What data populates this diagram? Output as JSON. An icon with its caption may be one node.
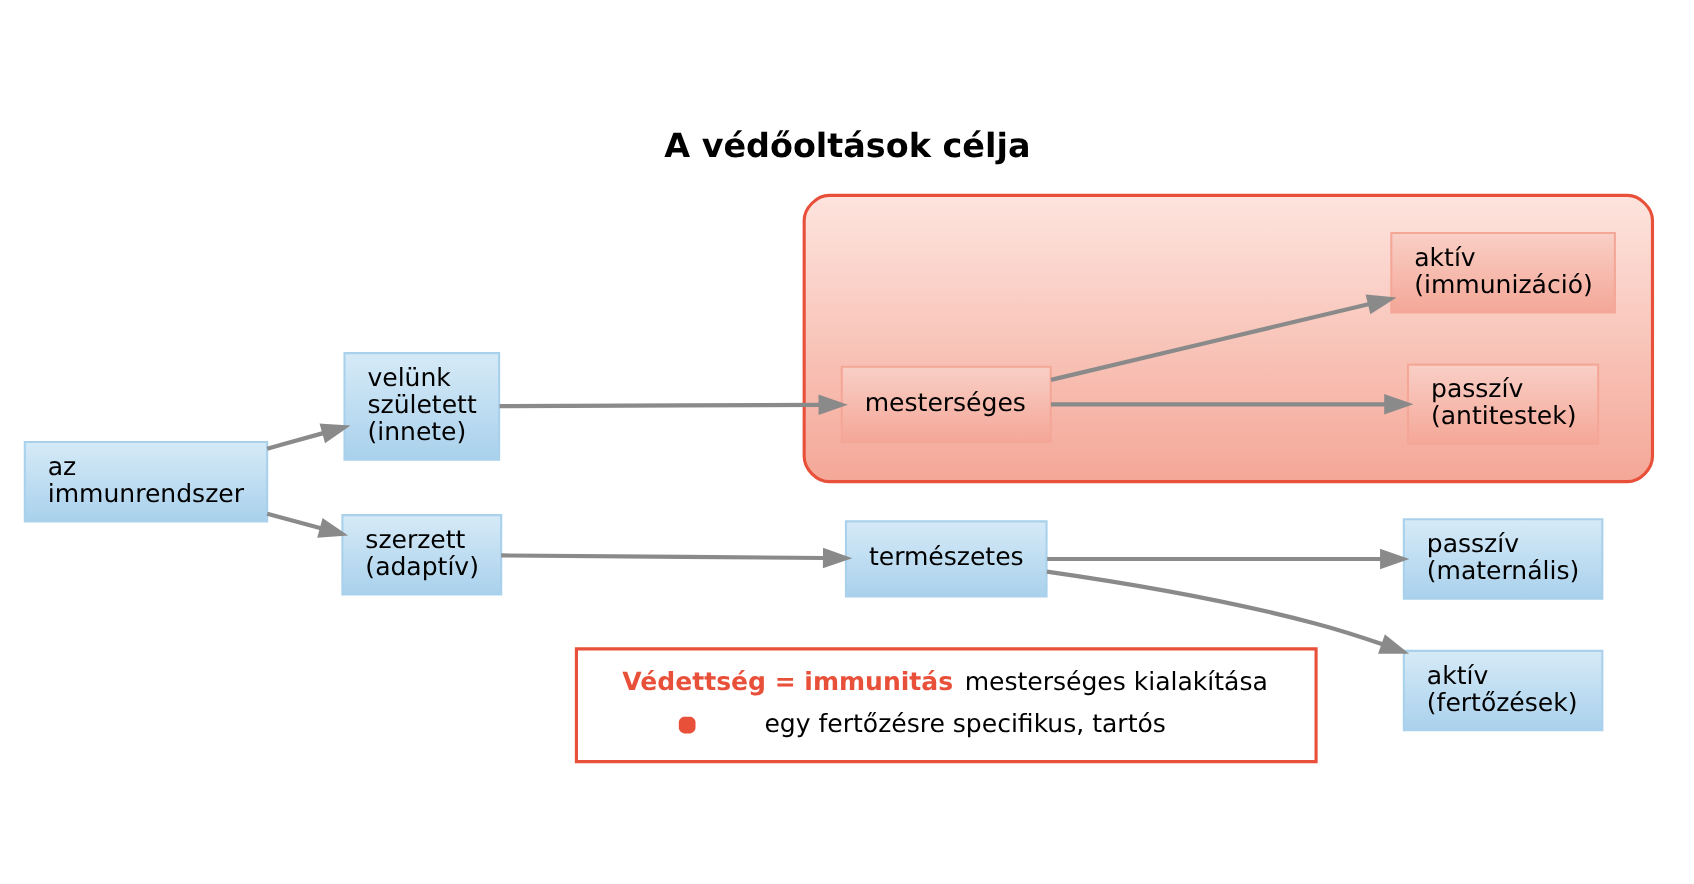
{
  "diagram": {
    "title": "A védőoltások célja",
    "nodes": [
      {
        "text": [
          "**Védettség = immunitás** mesterséges kialakítása",
          "egy fertőzésre specifikus, tartós"
        ]
      },
      {
        "text": [
          "az immunrendszer"
        ]
      },
      {
        "text": [
          "szerzett (adaptív)"
        ]
      },
      {
        "text": [
          "velünk született (innete)"
        ]
      },
      {
        "text": [
          "természetes"
        ]
      },
      {
        "text": [
          "passzív (maternális)"
        ]
      },
      {
        "text": [
          "aktív (fertőzések)"
        ]
      },
      {
        "text": [],
        "shape": "ellipse"
      },
      {
        "text": [
          "mesterséges"
        ],
        "in": 7
      },
      {
        "text": [
          "passzív (antitestek)"
        ],
        "in": 7
      },
      {
        "text": [
          "aktív (immunizáció)"
        ],
        "in": 7
      }
    ],
    "edges": [
      {
        "from": 1,
        "to": 2,
        "arrow": "to"
      },
      {
        "from": 1,
        "to": 3,
        "arrow": "to"
      },
      {
        "from": 2,
        "to": 4,
        "arrow": "to"
      },
      {
        "from": 4,
        "to": 5,
        "arrow": "to"
      },
      {
        "from": 4,
        "to": 6,
        "arrow": "to"
      },
      {
        "from": 3,
        "to": 8,
        "arrow": "to"
      },
      {
        "from": 8,
        "to": 9,
        "arrow": "to"
      },
      {
        "from": 8,
        "to": 10,
        "arrow": "to"
      }
    ]
  }
}
